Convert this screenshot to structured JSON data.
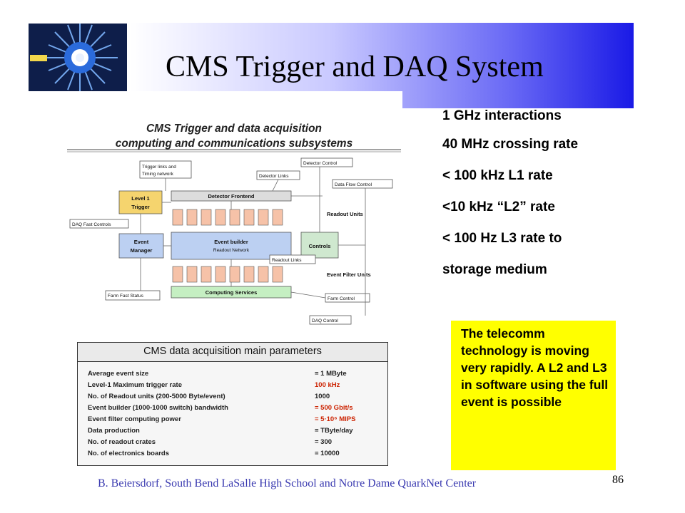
{
  "slide": {
    "title": "CMS Trigger and DAQ System",
    "footer": "B. Beiersdorf,  South Bend LaSalle High School  and  Notre Dame QuarkNet Center",
    "page_number": "86",
    "banner_gradient": [
      "#ffffff",
      "#1a1ae6"
    ]
  },
  "diagram": {
    "title_line1": "CMS Trigger and data acquisition",
    "title_line2": "computing and communications subsystems",
    "labels": {
      "trigger_links": [
        "Trigger links and",
        "Timing network"
      ],
      "level1": [
        "Level 1",
        "Trigger"
      ],
      "daq_fast_controls": "DAQ Fast Controls",
      "event_manager": [
        "Event",
        "Manager"
      ],
      "detector_control": "Detector Control",
      "detector_links": "Detector Links",
      "data_flow_control": "Data Flow Control",
      "detector_frontend": "Detector Frontend",
      "readout_units": "Readout Units",
      "event_builder": "Event builder",
      "readout_network": "Readout Network",
      "controls": "Controls",
      "readout_links": "Readout Links",
      "event_filter_units": "Event Filter Units",
      "computing_services": "Computing Services",
      "farm_fast_status": "Farm Fast Status",
      "farm_control": "Farm Control",
      "daq_control": "DAQ Control"
    },
    "colors": {
      "unit_fill": "#f6c2a8",
      "level1_fill": "#f5d46e",
      "network_fill": "#bcd0f2",
      "services_fill": "#c5efc2",
      "controls_fill": "#cfe8cf"
    }
  },
  "rates": [
    "1 GHz interactions",
    "40 MHz crossing rate",
    "< 100 kHz L1 rate",
    "<10 kHz “L2” rate",
    "< 100 Hz L3 rate to",
    "storage medium"
  ],
  "parameters": {
    "title": "CMS data acquisition main parameters",
    "rows": [
      {
        "label": "Average event size",
        "value": "= 1 MByte",
        "color": "#222222"
      },
      {
        "label": "Level-1 Maximum trigger rate",
        "value": "100 kHz",
        "color": "#cc2200"
      },
      {
        "label": "No. of Readout units (200-5000 Byte/event)",
        "value": "1000",
        "color": "#222222"
      },
      {
        "label": "Event builder (1000-1000 switch) bandwidth",
        "value": "= 500 Gbit/s",
        "color": "#cc2200"
      },
      {
        "label": "Event filter computing power",
        "value": "= 5·10⁶ MIPS",
        "color": "#cc2200"
      },
      {
        "label": "Data production",
        "value": "= TByte/day",
        "color": "#222222"
      },
      {
        "label": "No. of readout crates",
        "value": "= 300",
        "color": "#222222"
      },
      {
        "label": "No. of electronics boards",
        "value": "= 10000",
        "color": "#222222"
      }
    ]
  },
  "note": {
    "text": "The telecomm technology is moving very rapidly. A L2 and L3 in software using the full event is possible",
    "background": "#ffff00"
  }
}
